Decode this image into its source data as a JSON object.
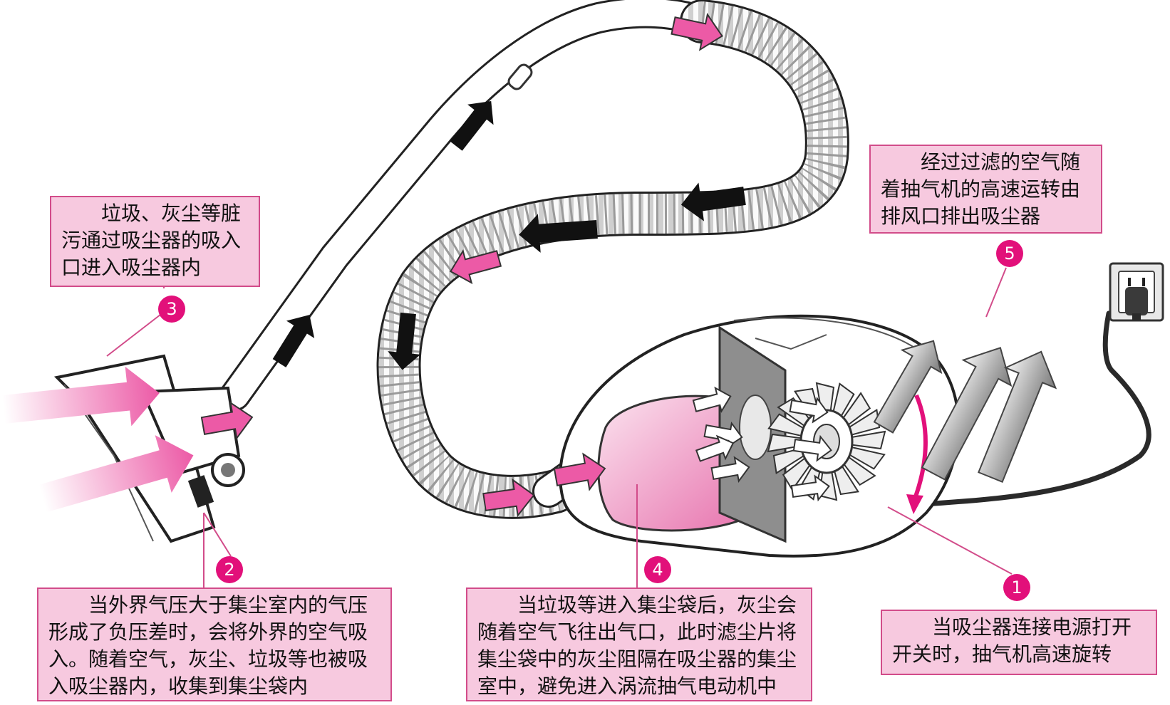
{
  "colors": {
    "callout_fill": "#f7c9df",
    "callout_border": "#d24c8a",
    "badge": "#e2107a",
    "airflow_arrow": "#ec5aa6",
    "dust_arrow": "#111111"
  },
  "callouts": [
    {
      "number": "1",
      "text": "当吸尘器连接电源打开开关时，抽气机高速旋转"
    },
    {
      "number": "2",
      "text": "当外界气压大于集尘室内的气压形成了负压差时，会将外界的空气吸入。随着空气，灰尘、垃圾等也被吸入吸尘器内，收集到集尘袋内"
    },
    {
      "number": "3",
      "text": "垃圾、灰尘等脏污通过吸尘器的吸入口进入吸尘器内"
    },
    {
      "number": "4",
      "text": "当垃圾等进入集尘袋后，灰尘会随着空气飞往出气口，此时滤尘片将集尘袋中的灰尘阻隔在吸尘器的集尘室中，避免进入涡流抽气电动机中"
    },
    {
      "number": "5",
      "text": "经过过滤的空气随着抽气机的高速运转由排风口排出吸尘器"
    }
  ],
  "icons": [
    "vacuum-body-icon",
    "suction-head-icon",
    "hose-icon",
    "dust-bag-icon",
    "filter-icon",
    "fan-motor-icon",
    "power-outlet-icon",
    "power-plug-icon"
  ]
}
